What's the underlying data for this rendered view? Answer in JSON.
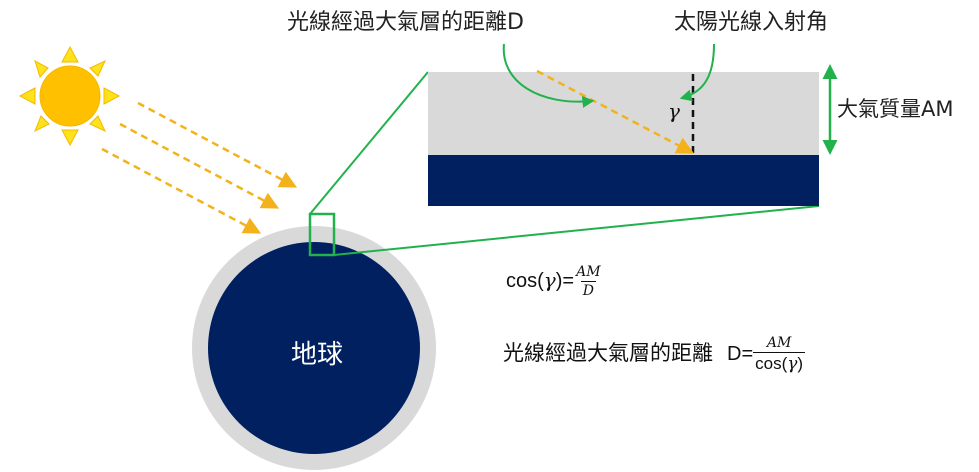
{
  "labels": {
    "distance_top": "光線經過大氣層的距離D",
    "incidence_angle": "太陽光線入射角",
    "gamma_symbol": "γ",
    "air_mass": "大氣質量AM",
    "earth": "地球"
  },
  "equation1": {
    "prefix": "cos(",
    "gamma": "γ",
    "suffix": ")=",
    "numerator": "AM",
    "denominator": "D"
  },
  "equation2": {
    "label": "光線經過大氣層的距離",
    "prefix": "D=",
    "numerator": "AM",
    "den_prefix": "cos(",
    "den_gamma": "γ",
    "den_suffix": ")"
  },
  "colors": {
    "sun_fill": "#ffc000",
    "sun_ray": "#ffe31a",
    "light_ray": "#f3b21b",
    "atmosphere": "#d9d9d9",
    "earth": "#002060",
    "zoom_lines": "#22b14c"
  }
}
